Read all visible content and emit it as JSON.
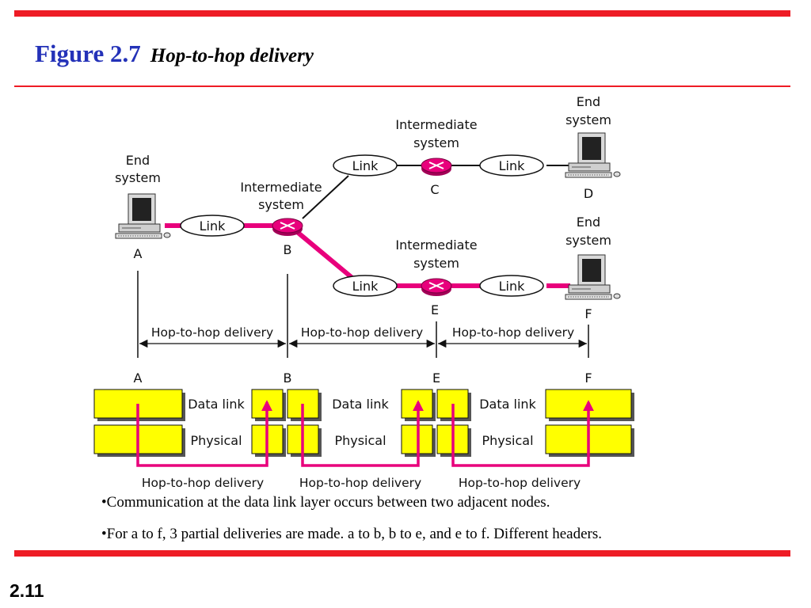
{
  "slide": {
    "figure_label": "Figure 2.7",
    "caption": "Hop-to-hop delivery",
    "slide_number": "2.11",
    "bullets": [
      "•Communication at the data link layer occurs between two adjacent nodes.",
      "•For a to f, 3 partial deliveries are made. a to b, b to e, and e to f. Different headers."
    ]
  },
  "colors": {
    "accent": "#ee1c25",
    "title_blue": "#2432b8",
    "magenta": "#e8007c",
    "layer_yellow": "#ffff00"
  },
  "network": {
    "end_system_label": [
      "End",
      "system"
    ],
    "intermediate_label": [
      "Intermediate",
      "system"
    ],
    "link_label": "Link",
    "nodes": {
      "A": "A",
      "B": "B",
      "C": "C",
      "D": "D",
      "E": "E",
      "F": "F"
    },
    "hop_label": "Hop-to-hop delivery"
  },
  "layers": {
    "data_link": "Data link",
    "physical": "Physical",
    "node_labels": [
      "A",
      "B",
      "E",
      "F"
    ],
    "hop_label": "Hop-to-hop delivery"
  }
}
